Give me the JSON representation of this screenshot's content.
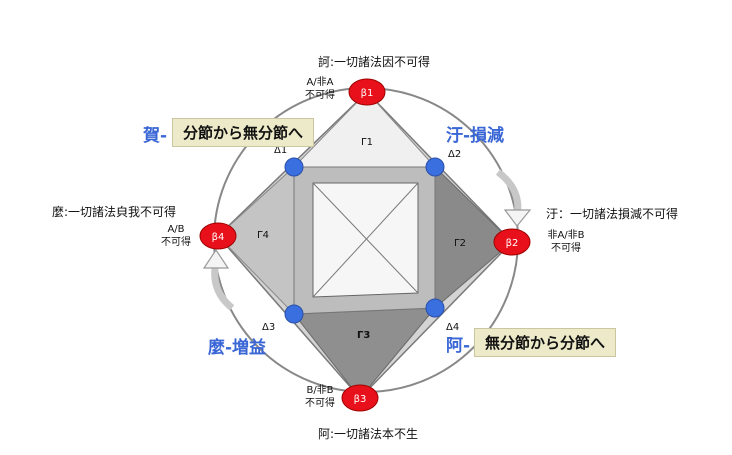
{
  "corners": {
    "top": {
      "title": "訶:一切諸法因不可得",
      "sub1": "A/非A",
      "sub2": "不可得"
    },
    "right": {
      "title": "汙：一切諸法損減不可得",
      "sub1": "非A/非B",
      "sub2": "不可得"
    },
    "bottom": {
      "title": "阿:一切諸法本不生",
      "sub1": "B/非B",
      "sub2": "不可得"
    },
    "left": {
      "title": "麼:一切諸法㒵我不可得",
      "sub1": "A/B",
      "sub2": "不可得"
    }
  },
  "beta": [
    "β1",
    "β2",
    "β3",
    "β4"
  ],
  "delta": [
    "Δ1",
    "Δ2",
    "Δ3",
    "Δ4"
  ],
  "gamma": [
    "Γ1",
    "Γ2",
    "Γ3",
    "Γ4"
  ],
  "quadrants": {
    "top_left": "賀-",
    "top_right": "汙-損減",
    "bottom_left": "麼-増益",
    "bottom_right": "阿-"
  },
  "boxes": {
    "top_left": "分節から無分節へ",
    "bottom_right": "無分節から分節へ"
  },
  "colors": {
    "beta_node": "#e8101a",
    "delta_node": "#3a6fe0",
    "label_blue": "#3a66d6",
    "box_fill": "#eceac8"
  }
}
